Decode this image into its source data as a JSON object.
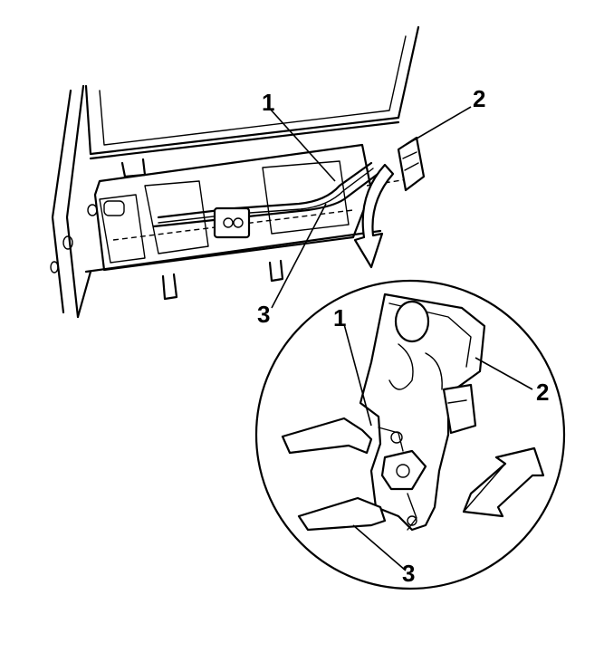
{
  "callouts": {
    "top_1": "1",
    "top_2": "2",
    "top_3": "3",
    "detail_1": "1",
    "detail_2": "2",
    "detail_3": "3"
  }
}
